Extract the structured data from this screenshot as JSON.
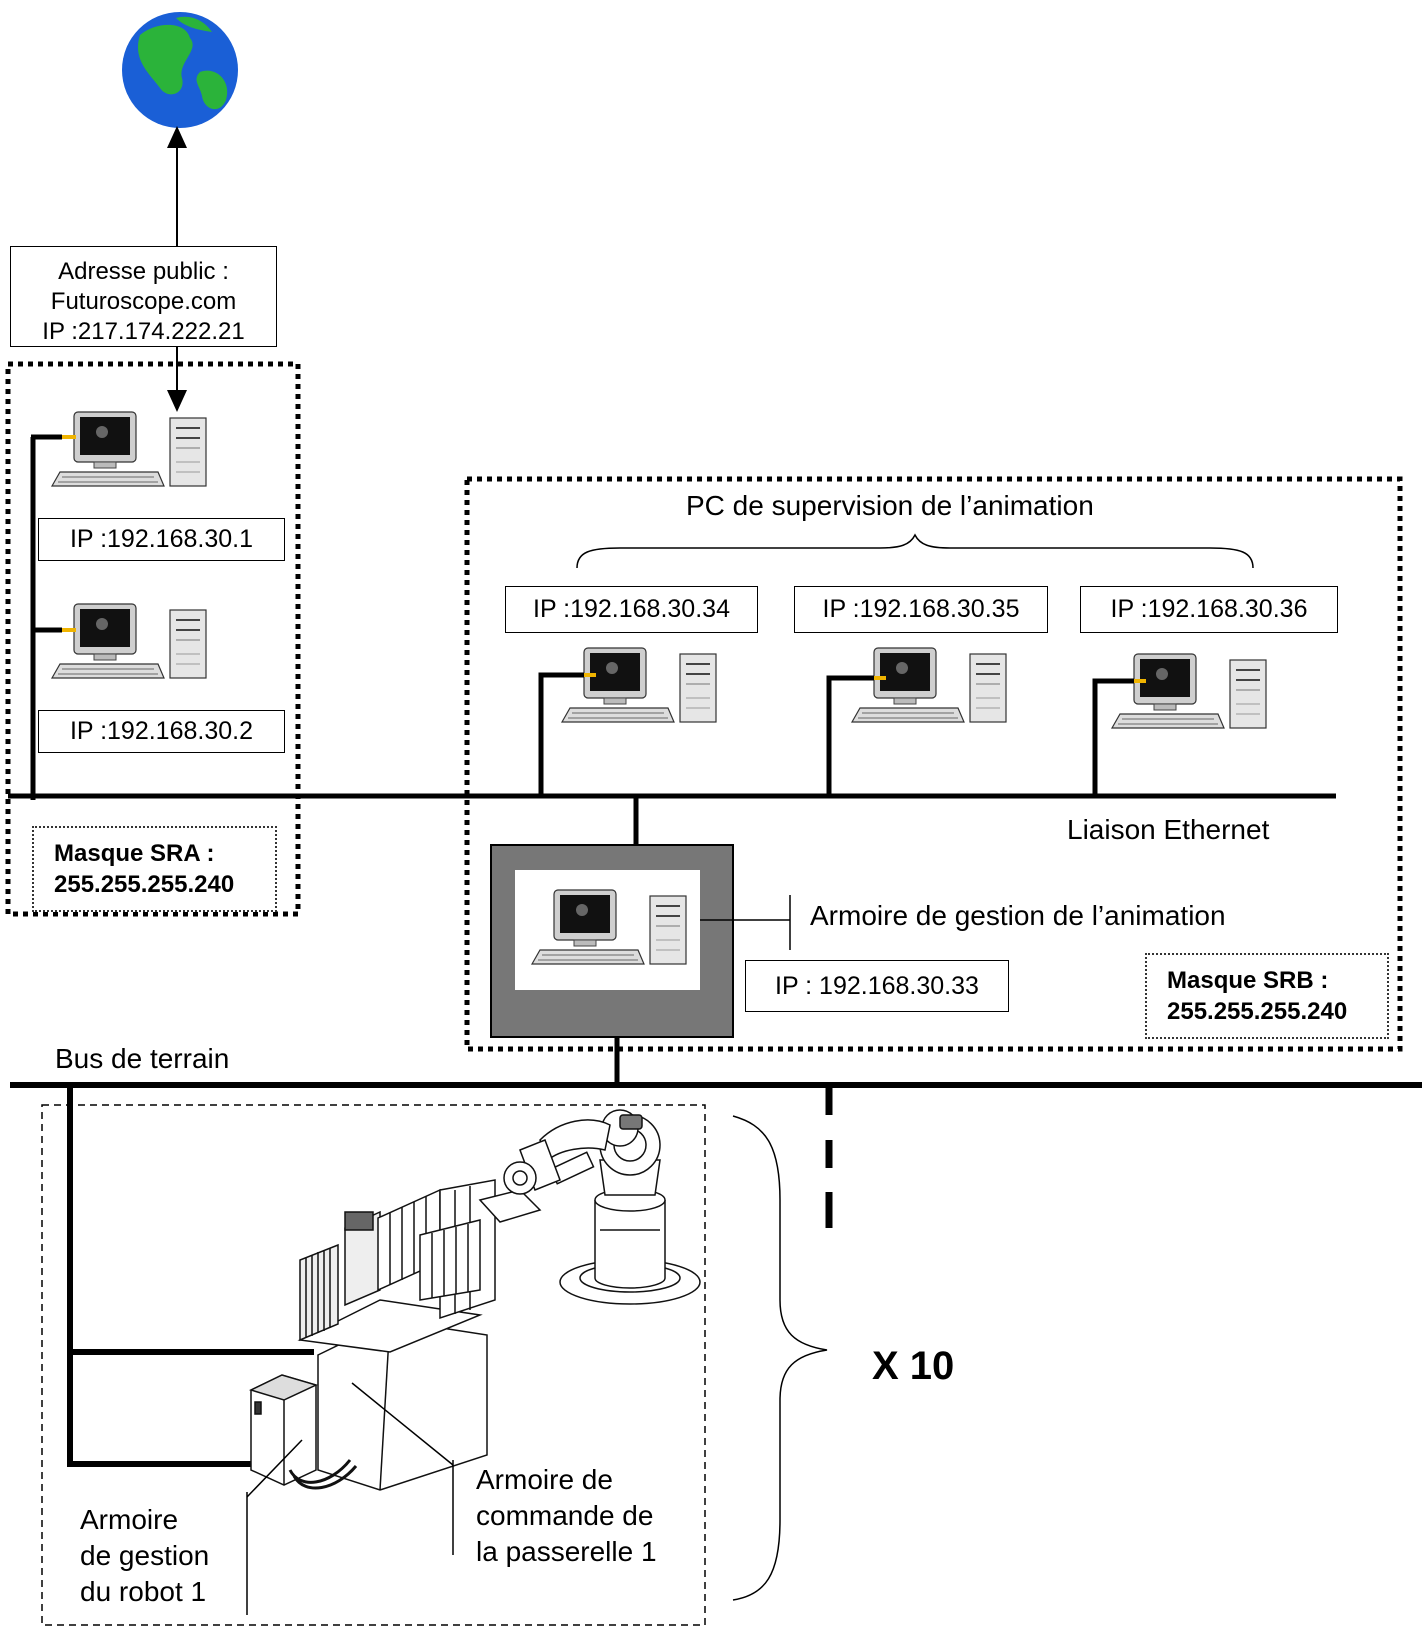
{
  "public_address": {
    "line1": "Adresse public :",
    "line2": "Futuroscope.com",
    "line3": "IP :217.174.222.21"
  },
  "sra": {
    "pc1_ip": "IP :192.168.30.1",
    "pc2_ip": "IP :192.168.30.2",
    "mask_title": "Masque SRA :",
    "mask_value": "255.255.255.240"
  },
  "supervision": {
    "title": "PC de supervision de l’animation",
    "pcs": [
      {
        "ip": "IP :192.168.30.34"
      },
      {
        "ip": "IP :192.168.30.35"
      },
      {
        "ip": "IP :192.168.30.36"
      }
    ]
  },
  "ethernet_label": "Liaison Ethernet",
  "armoire_animation": {
    "label": "Armoire de gestion de l’animation",
    "ip": "IP : 192.168.30.33"
  },
  "srb": {
    "mask_title": "Masque SRB :",
    "mask_value": "255.255.255.240"
  },
  "bus_label": "Bus de terrain",
  "robot_cell": {
    "armoire_robot": [
      "Armoire",
      "de gestion",
      "du robot 1"
    ],
    "armoire_passerelle": [
      "Armoire de",
      "commande de",
      "la passerelle 1"
    ]
  },
  "multiplier": "X 10",
  "colors": {
    "line": "#000000",
    "cabinet": "#777777",
    "globe_ocean": "#1a5fd6",
    "globe_land": "#2bb33a",
    "cable_tip": "#f0b400"
  },
  "icons": [
    "globe-icon",
    "computer-icon",
    "robot-arm-icon",
    "footbridge-icon"
  ]
}
